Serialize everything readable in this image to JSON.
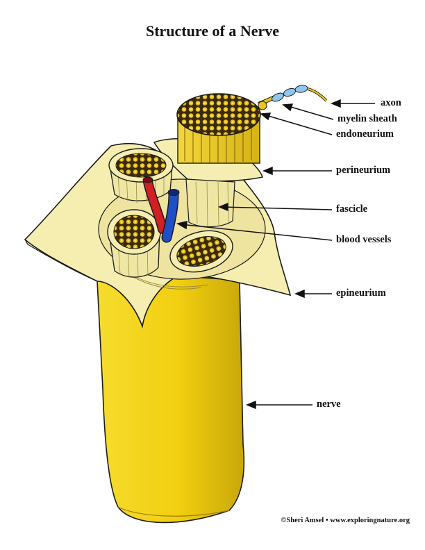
{
  "title": "Structure of a Nerve",
  "labels": {
    "axon": "axon",
    "myelin_sheath": "myelin sheath",
    "endoneurium": "endoneurium",
    "perineurium": "perineurium",
    "fascicle": "fascicle",
    "blood_vessels": "blood vessels",
    "epineurium": "epineurium",
    "nerve": "nerve"
  },
  "credit": "©Sheri Amsel • www.exploringnature.org",
  "colors": {
    "nerve_yellow": "#f4d417",
    "nerve_shadow": "#c9a70a",
    "sheath_cream": "#f5eeb0",
    "sheath_shadow": "#d9cd7a",
    "fiber_gold": "#e8c41c",
    "artery_red": "#d11f24",
    "vein_blue": "#1f4fc4",
    "outline": "#1a1a1a"
  }
}
